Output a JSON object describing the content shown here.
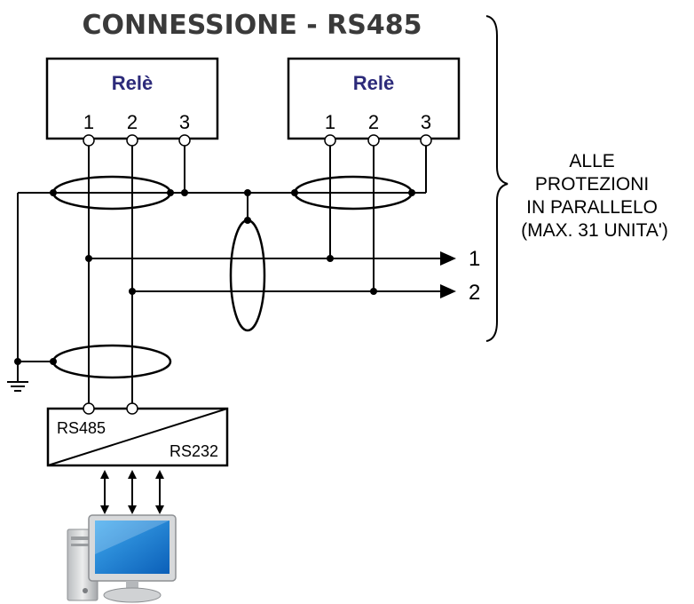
{
  "title": "CONNESSIONE - RS485",
  "relays": [
    {
      "label": "Relè",
      "terminals": [
        "1",
        "2",
        "3"
      ]
    },
    {
      "label": "Relè",
      "terminals": [
        "1",
        "2",
        "3"
      ]
    }
  ],
  "outputs": [
    "1",
    "2"
  ],
  "note_lines": [
    "ALLE",
    "PROTEZIONI",
    "IN PARALLELO",
    "(MAX. 31 UNITA')"
  ],
  "converter": {
    "in_label": "RS485",
    "out_label": "RS232"
  },
  "icons": {
    "ground": "ground-symbol-icon",
    "computer": "desktop-computer-icon"
  }
}
